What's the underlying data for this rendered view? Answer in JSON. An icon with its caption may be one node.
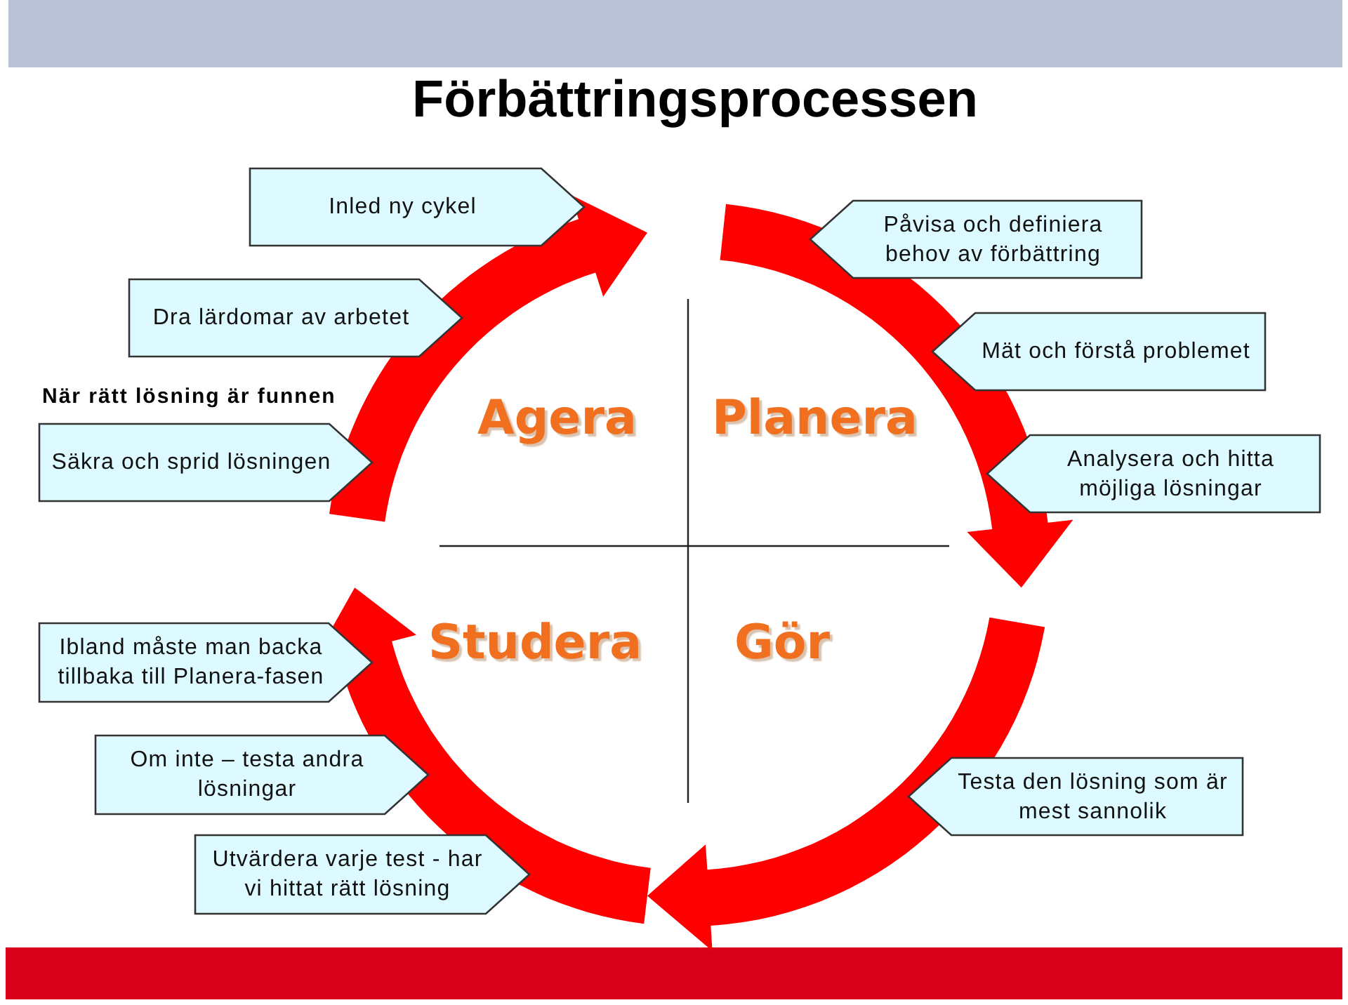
{
  "diagram": {
    "title": "Förbättringsprocessen",
    "nodes": [
      {
        "text": [
          "Inled ny cykel"
        ]
      },
      {
        "text": [
          "Påvisa och definiera behov av förbättring"
        ]
      },
      {
        "text": [
          "Dra lärdomar av arbetet"
        ]
      },
      {
        "text": [
          "Mät och förstå problemet"
        ]
      },
      {
        "text": [
          "Säkra och sprid lösningen"
        ]
      },
      {
        "text": [
          "Analysera och hitta möjliga lösningar"
        ]
      },
      {
        "text": [
          "Ibland måste man backa tillbaka till Planera-fasen"
        ]
      },
      {
        "text": [
          "Om inte – testa andra lösningar"
        ]
      },
      {
        "text": [
          "Testa den lösning som är mest sannolik"
        ]
      },
      {
        "text": [
          "Utvärdera varje test - har vi hittat rätt lösning"
        ]
      }
    ],
    "labels": [
      "När rätt lösning är funnen",
      "Agera",
      "Planera",
      "Studera",
      "Gör"
    ]
  }
}
